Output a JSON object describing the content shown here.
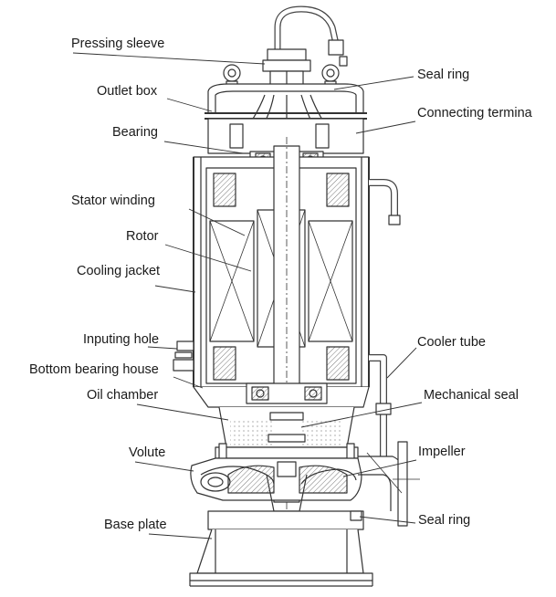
{
  "labels_left": {
    "pressing_sleeve": "Pressing sleeve",
    "outlet_box": "Outlet box",
    "bearing": "Bearing",
    "stator_winding": "Stator winding",
    "rotor": "Rotor",
    "cooling_jacket": "Cooling jacket",
    "inputing_hole": "Inputing hole",
    "bottom_bearing_house": "Bottom bearing house",
    "oil_chamber": "Oil chamber",
    "volute": "Volute",
    "base_plate": "Base plate"
  },
  "labels_right": {
    "seal_ring_top": "Seal ring",
    "connecting_terminal": "Connecting termina",
    "cooler_tube": "Cooler tube",
    "mechanical_seal": "Mechanical seal",
    "impeller": "Impeller",
    "seal_ring_bottom": "Seal ring"
  },
  "colors": {
    "line": "#333333",
    "text": "#1a1a1a",
    "fill": "#ffffff",
    "hatch": "#555555"
  }
}
